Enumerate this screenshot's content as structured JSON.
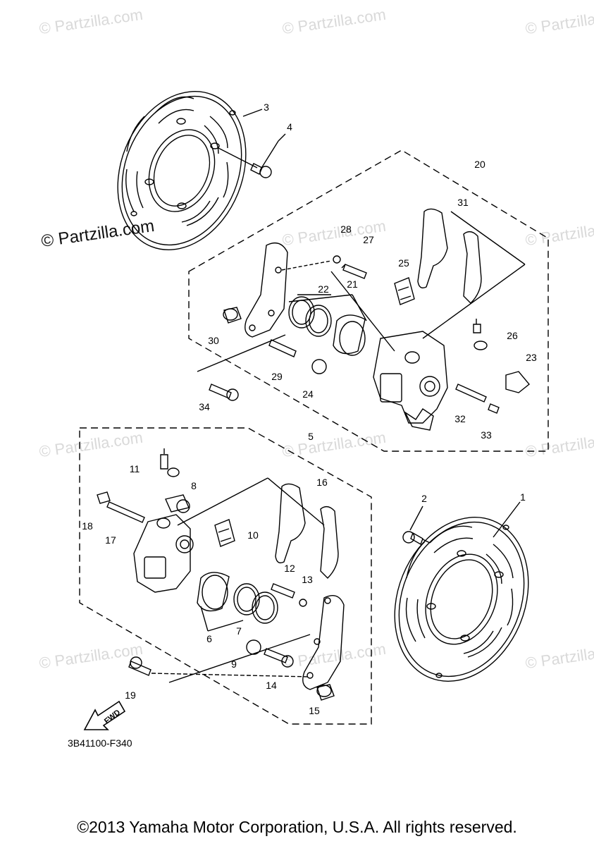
{
  "watermark": {
    "text": "© Partzilla.com",
    "prominent_text": "© Partzilla.com"
  },
  "diagram": {
    "code": "3B41100-F340",
    "fwd_label": "FWD",
    "callouts": [
      "1",
      "2",
      "3",
      "4",
      "5",
      "6",
      "7",
      "8",
      "9",
      "10",
      "11",
      "12",
      "13",
      "14",
      "15",
      "16",
      "17",
      "18",
      "19",
      "20",
      "21",
      "22",
      "23",
      "24",
      "25",
      "26",
      "27",
      "28",
      "29",
      "30",
      "31",
      "32",
      "33",
      "34"
    ]
  },
  "footer": {
    "copyright": "©2013 Yamaha Motor Corporation, U.S.A. All rights reserved."
  }
}
